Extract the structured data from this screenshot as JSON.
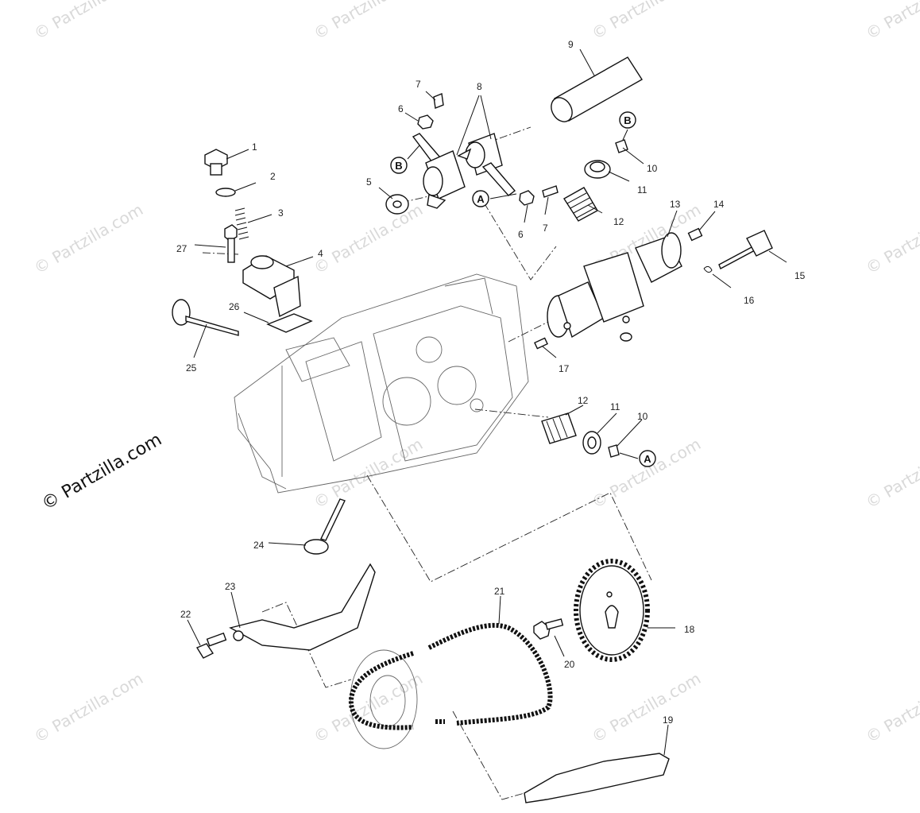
{
  "watermark": {
    "text": "© Partzilla.com",
    "main_text": "© Partzilla.com"
  },
  "callouts": [
    "1",
    "2",
    "3",
    "4",
    "5",
    "6",
    "7",
    "8",
    "9",
    "10",
    "11",
    "12",
    "13",
    "14",
    "15",
    "16",
    "17",
    "18",
    "19",
    "20",
    "21",
    "22",
    "23",
    "24",
    "25",
    "26",
    "27"
  ],
  "extra_callouts": {
    "n6b": "6",
    "n7b": "7",
    "n10b": "10",
    "n11b": "11",
    "n12b": "12"
  },
  "reference_marks": {
    "A": "A",
    "B": "B"
  },
  "colors": {
    "line": "#111111",
    "watermark": "#d9d9d9",
    "background": "#ffffff"
  }
}
